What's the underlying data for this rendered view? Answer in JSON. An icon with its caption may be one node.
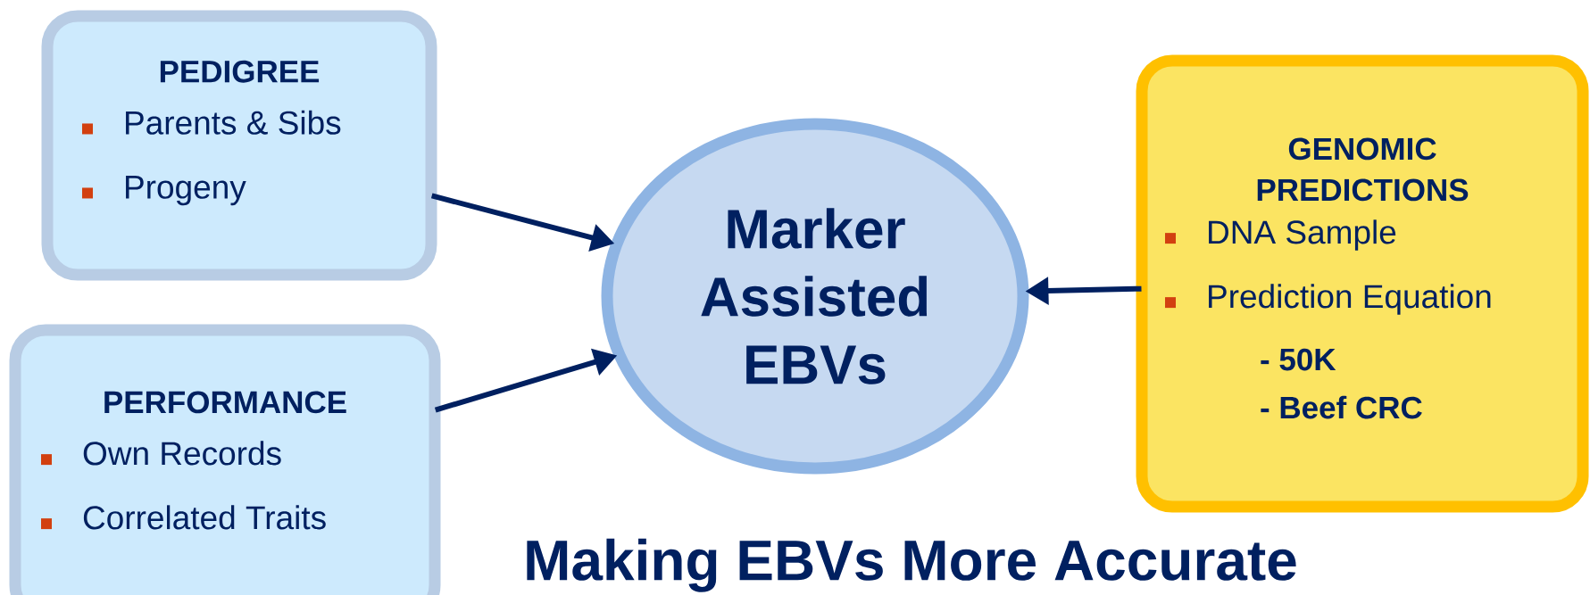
{
  "diagram": {
    "title": "Making EBVs More Accurate",
    "nodes": [
      {
        "text": [
          "PEDIGREE",
          "Parents & Sibs",
          "Progeny"
        ]
      },
      {
        "text": [
          "PERFORMANCE",
          "Own Records",
          "Correlated Traits"
        ]
      },
      {
        "text": [
          "Marker Assisted EBVs"
        ]
      },
      {
        "text": [
          "GENOMIC PREDICTIONS",
          "DNA Sample",
          "Prediction Equation",
          "- 50K",
          "- Beef CRC"
        ]
      }
    ],
    "edges": [
      {
        "from": 0,
        "to": 2,
        "arrow": "to"
      },
      {
        "from": 1,
        "to": 2,
        "arrow": "to"
      },
      {
        "from": 3,
        "to": 2,
        "arrow": "to"
      }
    ]
  }
}
